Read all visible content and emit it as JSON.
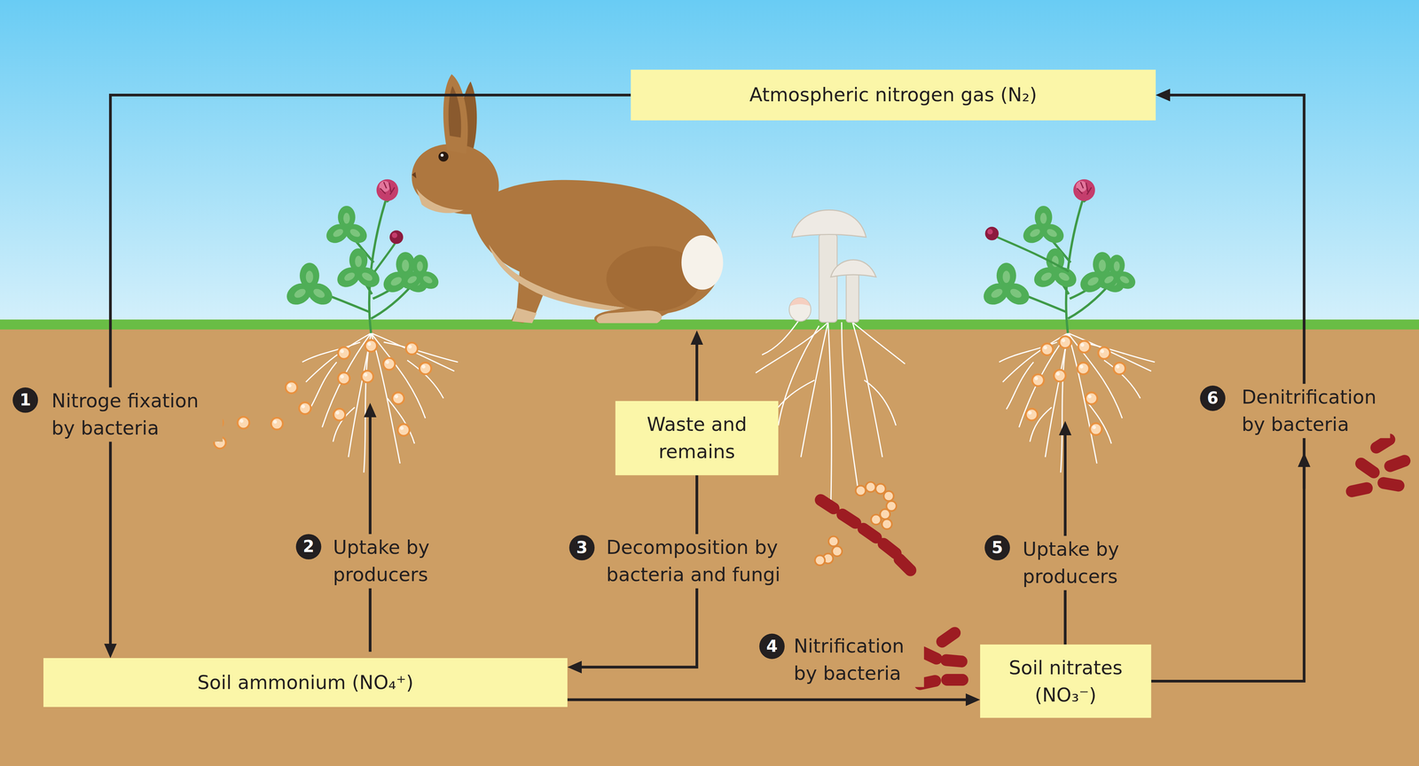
{
  "diagram": {
    "nodes": [
      {
        "text": [
          "Atmospheric nitrogen gas (N₂)"
        ]
      },
      {
        "text": [
          "Waste and remains"
        ]
      },
      {
        "text": [
          "Soil ammonium (NO₄⁺)"
        ]
      },
      {
        "text": [
          "Soil nitrates (NO₃⁻)"
        ]
      }
    ],
    "edges": [
      {
        "from": 0,
        "to": 2,
        "arrow": "to",
        "label": "Nitroge fixation by bacteria"
      },
      {
        "from": 1,
        "to": 2,
        "arrow": "to",
        "label": "Decomposition by bacteria and fungi"
      },
      {
        "from": 2,
        "to": 3,
        "arrow": "to",
        "label": "Nitrification by bacteria"
      },
      {
        "from": 3,
        "to": 0,
        "arrow": "to",
        "label": "Denitrification by bacteria"
      }
    ],
    "labels": [
      "1",
      "2",
      "Uptake by producers",
      "3",
      "4",
      "5",
      "Uptake by producers",
      "6"
    ]
  }
}
